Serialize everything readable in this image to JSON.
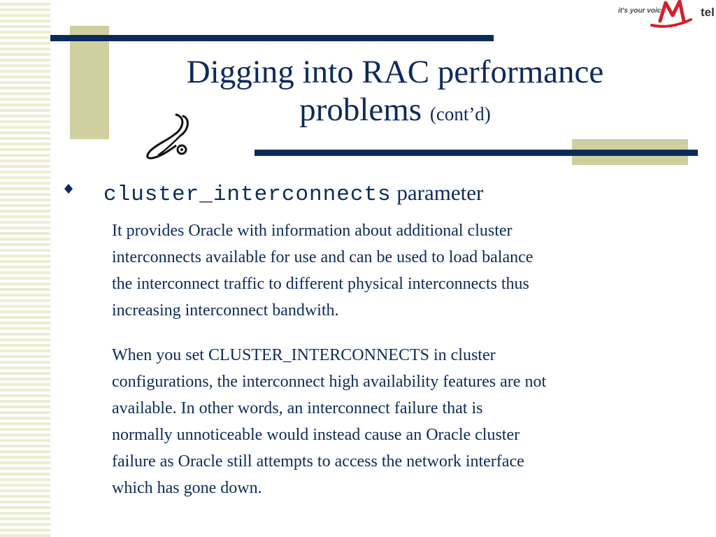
{
  "slide": {
    "title_main": "Digging into RAC performance",
    "title_line2": "problems",
    "title_sub": "(cont’d)",
    "bullet_code": "cluster_interconnects",
    "bullet_text": "parameter",
    "para1_lines": [
      "It provides Oracle with information about additional cluster",
      "interconnects available for use and can be used to load balance",
      "the interconnect traffic to different physical interconnects thus",
      "increasing interconnect bandwith."
    ],
    "para2_lines": [
      "When you set CLUSTER_INTERCONNECTS in cluster",
      "configurations, the interconnect high availability features are not",
      "available. In other words, an interconnect failure that is",
      "normally unnoticeable would instead cause an Oracle cluster",
      "failure as Oracle still attempts to access the network interface",
      "which has gone down."
    ]
  },
  "logo": {
    "tagline": "it's your voice.",
    "name": "tel",
    "icon": "mtel-logo-icon"
  },
  "icons": {
    "bullet": "diamond-bullet-icon",
    "decor": "stethoscope-icon"
  },
  "colors": {
    "title": "#0d2a5c",
    "accent_olive": "#cfcf9f",
    "stripe": "#ecedd2",
    "logo_red": "#d4202a"
  }
}
